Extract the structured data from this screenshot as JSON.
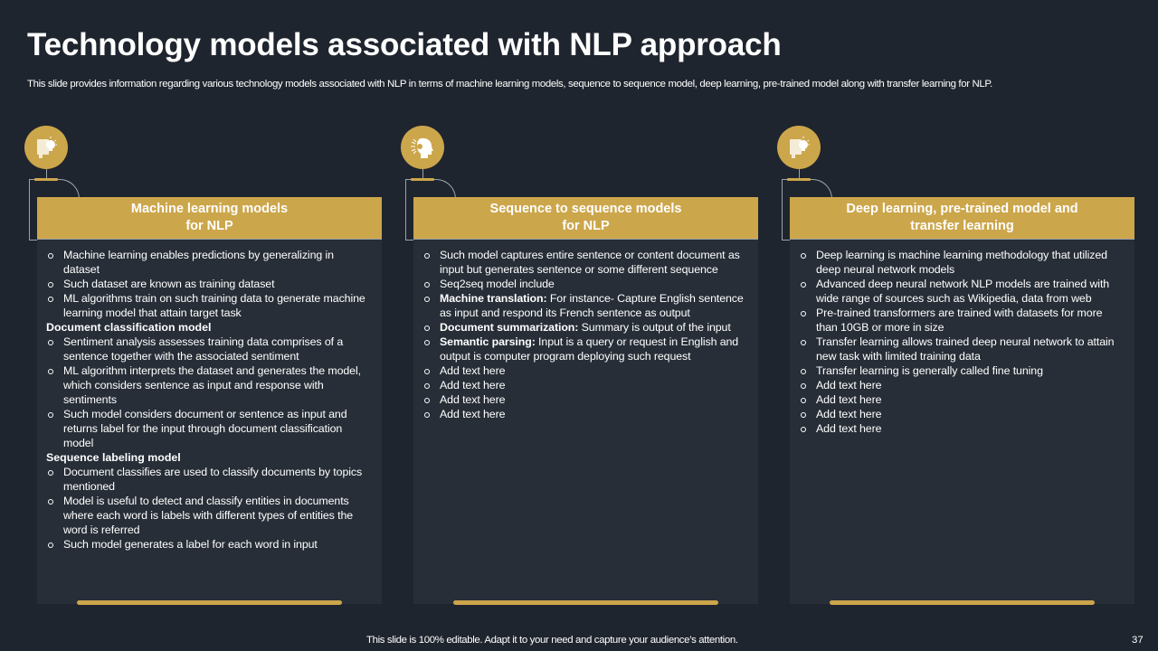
{
  "slide": {
    "title": "Technology models associated with NLP approach",
    "subtitle": "This slide provides information regarding various technology models associated with NLP in terms of machine learning models, sequence to sequence model, deep learning, pre-trained model along with transfer learning for NLP.",
    "footer": "This slide is 100% editable. Adapt it to your need and capture your audience’s attention.",
    "page_number": "37"
  },
  "colors": {
    "background": "#1f252e",
    "card_body": "#272e37",
    "accent_gold": "#cca64b",
    "text": "#ffffff",
    "connector": "#9aa3ad"
  },
  "columns": [
    {
      "icon": "book-lightbulb-icon",
      "header_line1": "Machine learning models",
      "header_line2": "for NLP",
      "items": [
        {
          "type": "bullet",
          "text": "Machine learning enables predictions by generalizing in dataset"
        },
        {
          "type": "bullet",
          "text": "Such dataset are known as training dataset"
        },
        {
          "type": "bullet",
          "text": "ML algorithms train on such training data to generate machine learning model that attain target task"
        },
        {
          "type": "heading",
          "text": "Document classification model"
        },
        {
          "type": "bullet",
          "text": "Sentiment analysis assesses training data comprises of a sentence together with the associated sentiment"
        },
        {
          "type": "bullet",
          "text": "ML algorithm interprets the dataset and generates the model, which considers sentence as input and response with sentiments"
        },
        {
          "type": "bullet",
          "text": "Such model considers document or sentence as input and returns label for the input through document classification model"
        },
        {
          "type": "heading",
          "text": "Sequence labeling model"
        },
        {
          "type": "bullet",
          "text": "Document classifies are used to classify documents by topics mentioned"
        },
        {
          "type": "bullet",
          "text": "Model is useful to detect and classify entities in documents where each word is labels with different types of entities the word is referred"
        },
        {
          "type": "bullet",
          "text": "Such model generates a label for each word in input"
        }
      ]
    },
    {
      "icon": "head-brain-icon",
      "header_line1": "Sequence to sequence models",
      "header_line2": "for NLP",
      "items": [
        {
          "type": "bullet",
          "text": "Such model captures entire sentence or content document as input but generates sentence or some different sequence"
        },
        {
          "type": "bullet",
          "text": "Seq2seq model include"
        },
        {
          "type": "bullet",
          "bold": "Machine translation:",
          "text": " For instance- Capture English sentence as input and respond its French sentence as output"
        },
        {
          "type": "bullet",
          "bold": "Document summarization:",
          "text": " Summary is output of the input"
        },
        {
          "type": "bullet",
          "bold": "Semantic parsing:",
          "text": " Input is a query or request in English and output is computer program deploying such request"
        },
        {
          "type": "bullet",
          "text": "Add text here"
        },
        {
          "type": "bullet",
          "text": "Add text here"
        },
        {
          "type": "bullet",
          "text": "Add text here"
        },
        {
          "type": "bullet",
          "text": "Add text here"
        }
      ]
    },
    {
      "icon": "book-lightbulb-icon",
      "header_line1": "Deep learning, pre-trained model and",
      "header_line2": "transfer learning",
      "items": [
        {
          "type": "bullet",
          "text": "Deep learning is machine learning methodology that utilized deep neural network models"
        },
        {
          "type": "bullet",
          "text": "Advanced deep neural network NLP models are trained with wide range of sources such as Wikipedia, data from web"
        },
        {
          "type": "bullet",
          "text": "Pre-trained transformers are trained with datasets for more than 10GB or more in size"
        },
        {
          "type": "bullet",
          "text": "Transfer learning allows trained deep neural network to attain new task with limited training data"
        },
        {
          "type": "bullet",
          "text": "Transfer learning is generally called fine tuning"
        },
        {
          "type": "bullet",
          "text": "Add text here"
        },
        {
          "type": "bullet",
          "text": "Add text here"
        },
        {
          "type": "bullet",
          "text": "Add text here"
        },
        {
          "type": "bullet",
          "text": "Add text here"
        }
      ]
    }
  ]
}
